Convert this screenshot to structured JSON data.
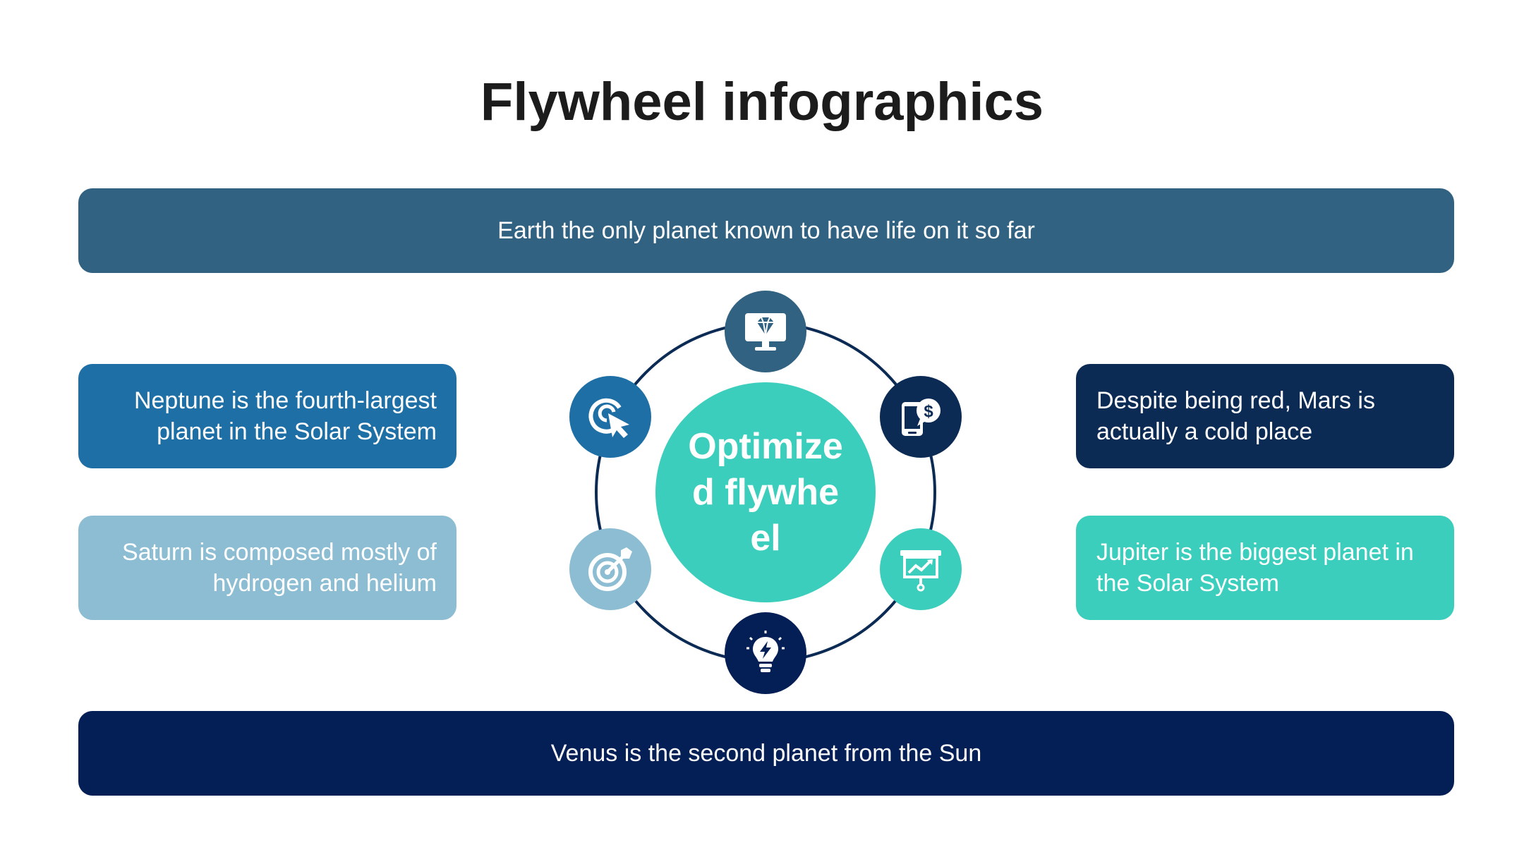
{
  "title": "Flywheel infographics",
  "top_bar": "Earth the only planet known to have life on it so far",
  "bottom_bar": "Venus is the second planet from the Sun",
  "boxes": {
    "top_left": "Neptune is the fourth-largest planet in the Solar System",
    "bottom_left": "Saturn is composed mostly of hydrogen and helium",
    "top_right": "Despite being red, Mars is actually a cold place",
    "bottom_right": "Jupiter is the biggest planet in the Solar System"
  },
  "hub": "Optimized flywheel",
  "nodes": [
    {
      "icon": "diamond-monitor-icon",
      "color": "#326282"
    },
    {
      "icon": "mobile-dollar-icon",
      "color": "#0b2b55"
    },
    {
      "icon": "presentation-chart-icon",
      "color": "#3ccebd"
    },
    {
      "icon": "lightbulb-bolt-icon",
      "color": "#041f55"
    },
    {
      "icon": "target-arrow-icon",
      "color": "#8cbdd3"
    },
    {
      "icon": "target-cursor-icon",
      "color": "#1e6fa5"
    }
  ],
  "colors": {
    "ring": "#0b2b55",
    "hub": "#3ccebd"
  }
}
